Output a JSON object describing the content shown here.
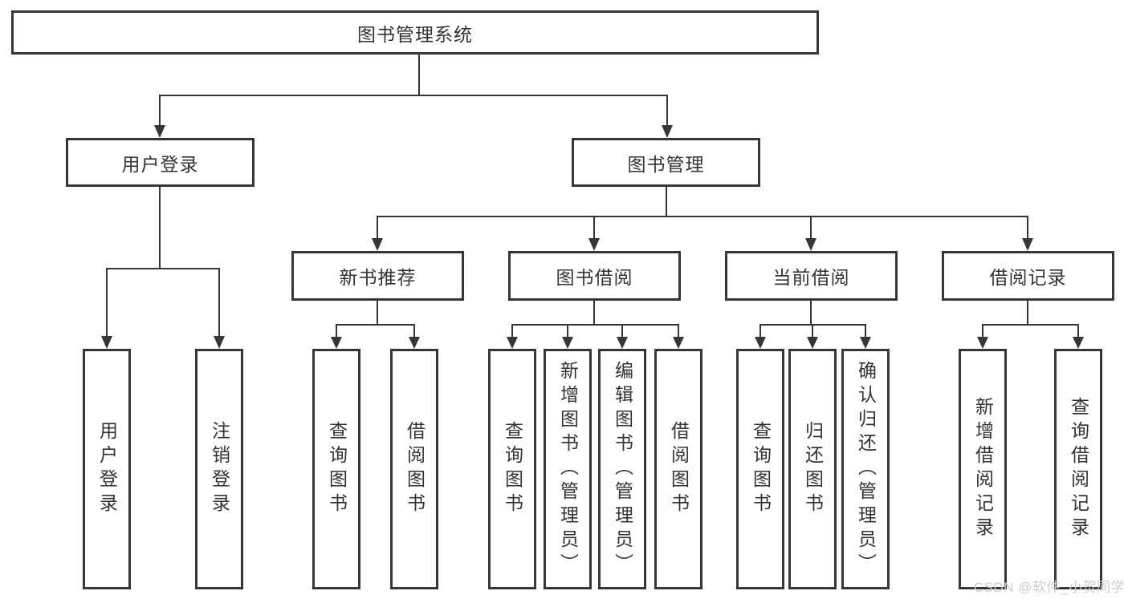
{
  "diagram_type": "functional-structure-tree",
  "colors": {
    "line": "#363636",
    "box_border": "#363636",
    "text": "#333333",
    "background": "#ffffff",
    "watermark": "#c9cccf"
  },
  "tree": {
    "label": "图书管理系统",
    "children": [
      {
        "label": "用户登录",
        "children": [
          {
            "label": "用户登录"
          },
          {
            "label": "注销登录"
          }
        ]
      },
      {
        "label": "图书管理",
        "children": [
          {
            "label": "新书推荐",
            "children": [
              {
                "label": "查询图书"
              },
              {
                "label": "借阅图书"
              }
            ]
          },
          {
            "label": "图书借阅",
            "children": [
              {
                "label": "查询图书"
              },
              {
                "label": "新增图书（管理员）"
              },
              {
                "label": "编辑图书（管理员）"
              },
              {
                "label": "借阅图书"
              }
            ]
          },
          {
            "label": "当前借阅",
            "children": [
              {
                "label": "查询图书"
              },
              {
                "label": "归还图书"
              },
              {
                "label": "确认归还（管理员）"
              }
            ]
          },
          {
            "label": "借阅记录",
            "children": [
              {
                "label": "新增借阅记录"
              },
              {
                "label": "查询借阅记录"
              }
            ]
          }
        ]
      }
    ]
  },
  "watermark": {
    "text": "CSDN @软件_小贺同学"
  }
}
